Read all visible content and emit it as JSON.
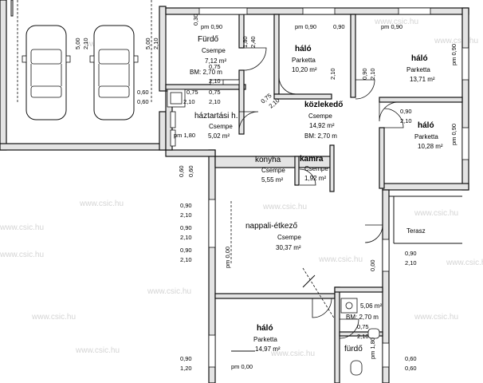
{
  "watermark": "www.csic.hu",
  "rooms": {
    "furdo_top": {
      "name": "Fürdő",
      "floor": "Csempe",
      "area": "7,12 m²",
      "height": "BM: 2,70 m"
    },
    "halo_1": {
      "name": "háló",
      "floor": "Parketta",
      "area": "10,20 m²"
    },
    "halo_2": {
      "name": "háló",
      "floor": "Parketta",
      "area": "13,71 m²"
    },
    "haztartasi": {
      "name": "háztartási h.",
      "floor": "Csempe",
      "area": "5,02 m²"
    },
    "kozlekedo": {
      "name": "közlekedő",
      "floor": "Csempe",
      "area": "14,92 m²",
      "height": "BM: 2,70 m"
    },
    "halo_3": {
      "name": "háló",
      "floor": "Parketta",
      "area": "10,28 m²"
    },
    "konyha": {
      "name": "konyha",
      "floor": "Csempe",
      "area": "5,55 m²"
    },
    "kamra": {
      "name": "kamra",
      "floor": "Csempe",
      "area": "1,92 m²"
    },
    "nappali": {
      "name": "nappali-étkező",
      "floor": "Csempe",
      "area": "30,37 m²"
    },
    "terasz": {
      "name": "Terasz"
    },
    "furdo_bottom": {
      "name": "fürdő",
      "area": "5,06 m²",
      "height": "BM: 2,70 m"
    },
    "halo_4": {
      "name": "háló",
      "floor": "Parketta",
      "area": "14,97 m²"
    }
  },
  "dims": {
    "d500": "5,00",
    "d210": "2,10",
    "d090": "0,90",
    "d030": "0,30",
    "d240": "2,40",
    "d075": "0,75",
    "d060": "0,60",
    "d180": "1,80",
    "d120": "1,20",
    "d000": "0,00",
    "pm090": "pm 0,90",
    "pm180": "pm 1,80",
    "pm000": "pm 0,00"
  }
}
